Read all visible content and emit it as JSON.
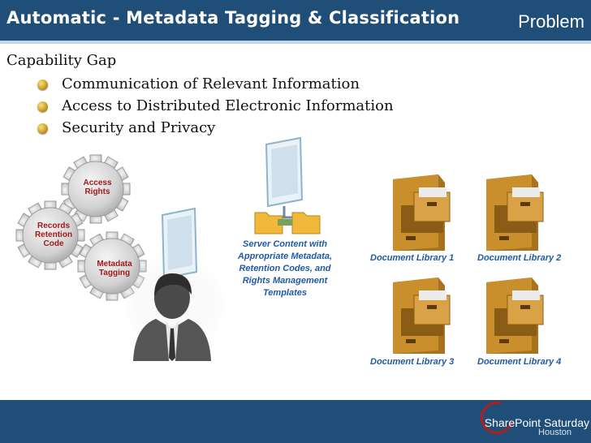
{
  "header": {
    "title": "Automatic - Metadata Tagging & Classification",
    "badge": "Problem"
  },
  "capability": {
    "title": "Capability Gap",
    "items": [
      "Communication of Relevant Information",
      "Access to Distributed Electronic Information",
      "Security and Privacy"
    ]
  },
  "gears": {
    "access": "Access Rights",
    "records": "Records Retention Code",
    "metadata": "Metadata Tagging"
  },
  "server_caption": "Server Content with Appropriate Metadata, Retention Codes, and Rights Management Templates",
  "libraries": [
    "Document Library 1",
    "Document Library 2",
    "Document Library 3",
    "Document Library 4"
  ],
  "footer": {
    "brand": "SharePoint Saturday",
    "sub": "Houston"
  },
  "colors": {
    "header_bg": "#1f4e79",
    "gear_text": "#a11919",
    "caption_text": "#1f5aa6"
  }
}
